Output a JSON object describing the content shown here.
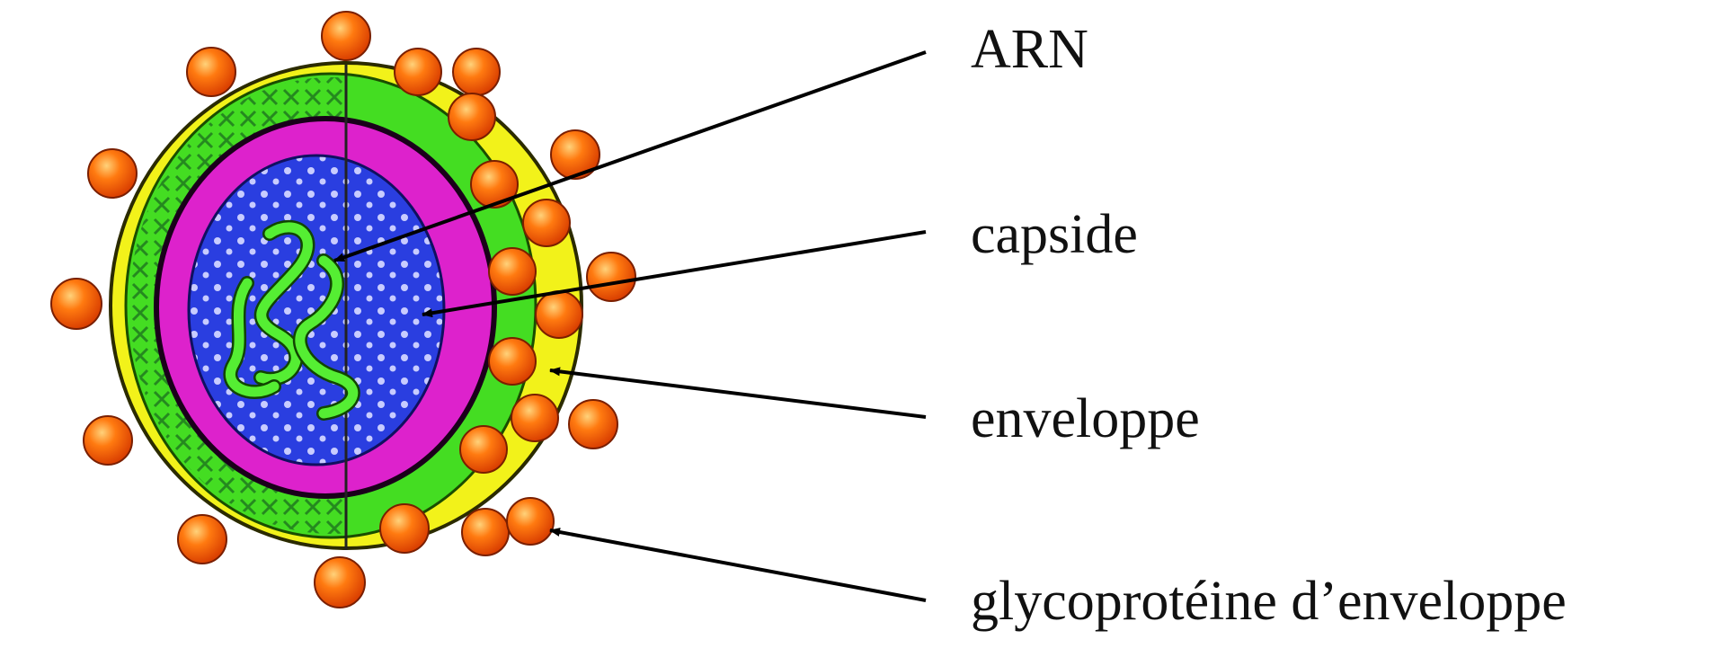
{
  "labels": {
    "rna": "ARN",
    "capsid": "capside",
    "envelope": "enveloppe",
    "glycoprotein": "glycoprotéine d’enveloppe"
  },
  "colors": {
    "envelope_fill": "#f2f21a",
    "matrix_green": "#44dd22",
    "capsid_magenta": "#dd22cc",
    "core_blue": "#2a3ee0",
    "rna_green": "#55ee33",
    "glycoprotein_orange": "#ff6600",
    "arrow": "#000000"
  }
}
